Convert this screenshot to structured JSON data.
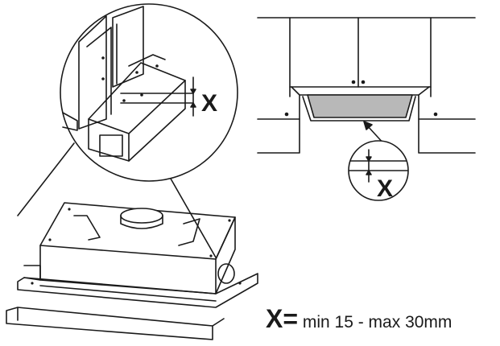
{
  "labels": {
    "x_detail_left": "X",
    "x_detail_right": "X",
    "formula_symbol": "X=",
    "formula_text": " min 15 - max 30mm"
  },
  "colors": {
    "line": "#1a1a1a",
    "filter_panel": "#b8b8b8",
    "background": "#ffffff"
  }
}
